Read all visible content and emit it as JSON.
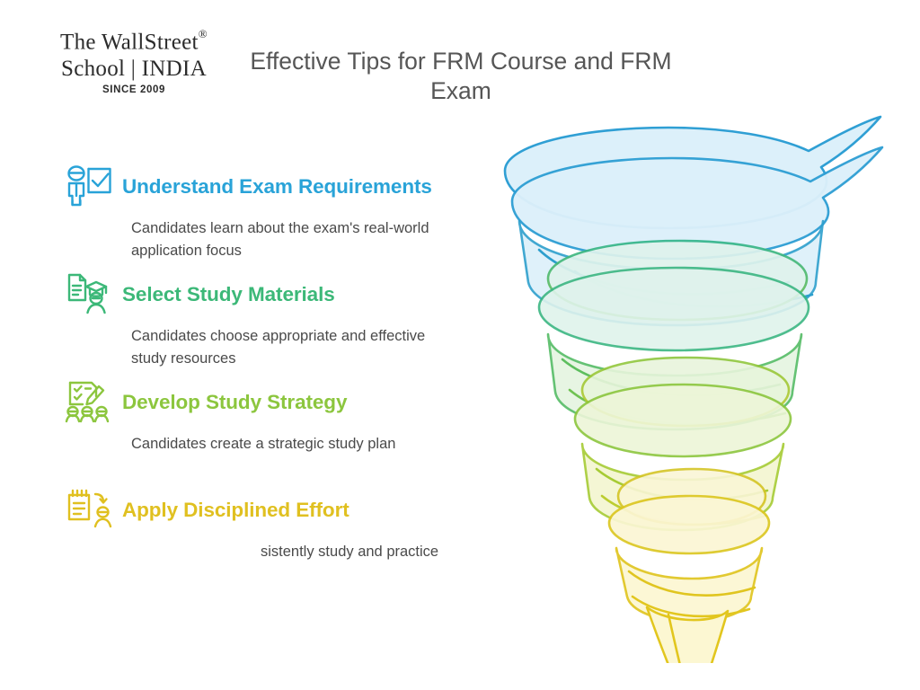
{
  "logo": {
    "line1": "The WallStreet",
    "registered_mark": "®",
    "line2": "School | INDIA",
    "since": "SINCE 2009"
  },
  "header": {
    "title": "Effective Tips for FRM Course and FRM Exam"
  },
  "steps": [
    {
      "icon": "person-checkbox-icon",
      "title": "Understand Exam Requirements",
      "description": "Candidates learn about the exam's real-world application focus",
      "color": "#29A3D8"
    },
    {
      "icon": "document-graduate-icon",
      "title": "Select Study Materials",
      "description": "Candidates choose appropriate and effective study resources",
      "color": "#3CB878"
    },
    {
      "icon": "checklist-pen-people-icon",
      "title": "Develop Study Strategy",
      "description": "Candidates create a strategic study plan",
      "color": "#8CC63E"
    },
    {
      "icon": "notepad-arrow-person-icon",
      "title": "Apply Disciplined Effort",
      "description": "sistently study and practice",
      "color": "#E0C020"
    }
  ],
  "funnel": {
    "name": "spiral-funnel-graphic",
    "band_colors": [
      "#29A3D8",
      "#2BAFBE",
      "#3CB878",
      "#6CBF55",
      "#8CC63E",
      "#C6CE2E",
      "#E0C020"
    ],
    "fill_colors": [
      "#DCF0FA",
      "#DFF3EC",
      "#E8F5DC",
      "#FBF6D4"
    ]
  },
  "background_color": "#FFFFFF"
}
